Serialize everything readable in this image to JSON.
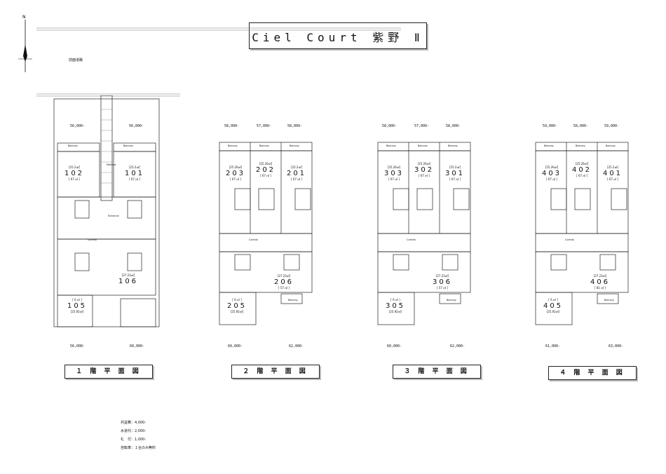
{
  "title": "Ciel  Court  紫野  Ⅱ",
  "north": "N",
  "road_label": "前面道路",
  "floors": [
    {
      "label": "１ 階 平 面 図",
      "top_prices": [
        "56,000-",
        "56,000-"
      ],
      "bottom_prices": [
        "56,000-",
        "60,000-"
      ],
      "units": [
        {
          "num": "102",
          "area": "[25.2㎡]",
          "rent": "[ 67 ㎡ ]"
        },
        {
          "num": "101",
          "area": "[25.2㎡]",
          "rent": "[ 67 ㎡ ]"
        },
        {
          "num": "106",
          "area": "[27.23㎡]",
          "rent": ""
        },
        {
          "num": "105",
          "area": "[ 6 ㎡ ]",
          "rent": "[25.92㎡]"
        }
      ],
      "labels": {
        "balcony": "Balcony",
        "corrido": "Corrido",
        "mailbox": "Mailbox",
        "entrance": "Entrance"
      }
    },
    {
      "label": "２ 階 平 面 図",
      "top_prices": [
        "58,000-",
        "57,000-",
        "58,000-"
      ],
      "bottom_prices": [
        "60,000-",
        "62,000-"
      ],
      "units": [
        {
          "num": "203",
          "area": "[25.26㎡]",
          "rent": "[ 67 ㎡ ]"
        },
        {
          "num": "202",
          "area": "[25.26㎡]",
          "rent": "[ 67 ㎡ ]"
        },
        {
          "num": "201",
          "area": "[25.2㎡]",
          "rent": "[ 67 ㎡ ]"
        },
        {
          "num": "206",
          "area": "[27.23㎡]",
          "rent": "[ 57 ㎡ ]"
        },
        {
          "num": "205",
          "area": "[ 6 ㎡ ]",
          "rent": "[25.92㎡]"
        }
      ],
      "labels": {
        "balcony": "Balcony",
        "corrido": "Corrido"
      }
    },
    {
      "label": "３ 階 平 面 図",
      "top_prices": [
        "58,000-",
        "57,000-",
        "58,000-"
      ],
      "bottom_prices": [
        "60,000-",
        "62,000-"
      ],
      "units": [
        {
          "num": "303",
          "area": "[25.26㎡]",
          "rent": "[ 67 ㎡ ]"
        },
        {
          "num": "302",
          "area": "[25.26㎡]",
          "rent": "[ 67 ㎡ ]"
        },
        {
          "num": "301",
          "area": "[25.2㎡]",
          "rent": "[ 67 ㎡ ]"
        },
        {
          "num": "306",
          "area": "[27.23㎡]",
          "rent": "[ 57 ㎡ ]"
        },
        {
          "num": "305",
          "area": "[ 6 ㎡ ]",
          "rent": "[25.92㎡]"
        }
      ],
      "labels": {
        "balcony": "Balcony",
        "corrido": "Corrido"
      }
    },
    {
      "label": "４ 階 平 面 図",
      "top_prices": [
        "59,000-",
        "58,000-",
        "59,000-"
      ],
      "bottom_prices": [
        "61,000-",
        "63,000-"
      ],
      "units": [
        {
          "num": "403",
          "area": "[25.26㎡]",
          "rent": "[ 67 ㎡ ]"
        },
        {
          "num": "402",
          "area": "[25.26㎡]",
          "rent": "[ 67 ㎡ ]"
        },
        {
          "num": "401",
          "area": "[25.2㎡]",
          "rent": "[ 67 ㎡ ]"
        },
        {
          "num": "406",
          "area": "[27.23㎡]",
          "rent": "[ 81 ㎡ ]"
        },
        {
          "num": "405",
          "area": "[ 6 ㎡ ]",
          "rent": "[25.92㎡]"
        }
      ],
      "labels": {
        "balcony": "Balcony",
        "corrido": "Corrido"
      }
    }
  ],
  "notes": [
    "共益費：4,000-",
    "水道代：2,000-",
    "礼　付：1,000-",
    "自転車：１台のみ無料"
  ]
}
